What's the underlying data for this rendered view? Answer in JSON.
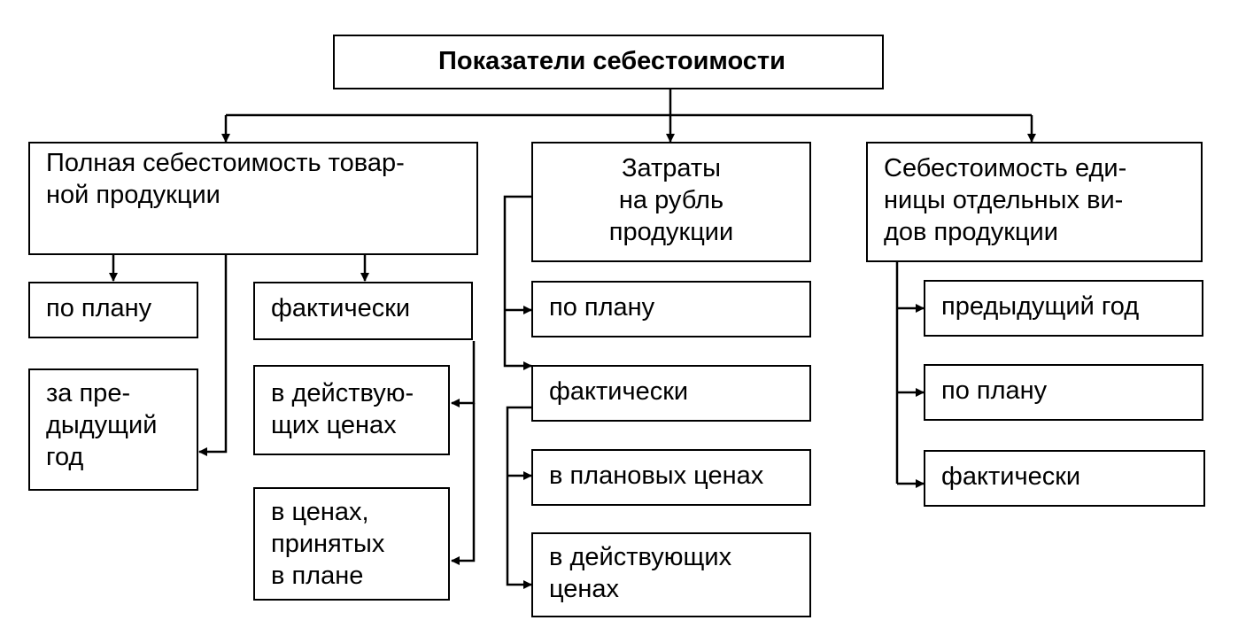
{
  "diagram": {
    "title": "Показатели себестоимости",
    "categories": [
      {
        "label": "Полная себестоимость товар-\nной продукции",
        "children": [
          {
            "label": "по плану"
          },
          {
            "label": "за пре-\nдыдущий\nгод"
          },
          {
            "label": "фактически",
            "children": [
              {
                "label": "в действую-\nщих ценах"
              },
              {
                "label": "в ценах,\nпринятых\nв плане"
              }
            ]
          }
        ]
      },
      {
        "label": "Затраты\nна    рубль\nпродукции",
        "children": [
          {
            "label": "по плану"
          },
          {
            "label": "фактически",
            "children": [
              {
                "label": "в плановых ценах"
              },
              {
                "label": "в действующих\nценах"
              }
            ]
          }
        ]
      },
      {
        "label": "Себестоимость еди-\nницы отдельных ви-\nдов продукции",
        "children": [
          {
            "label": "предыдущий год"
          },
          {
            "label": "по плану"
          },
          {
            "label": "фактически"
          }
        ]
      }
    ]
  }
}
